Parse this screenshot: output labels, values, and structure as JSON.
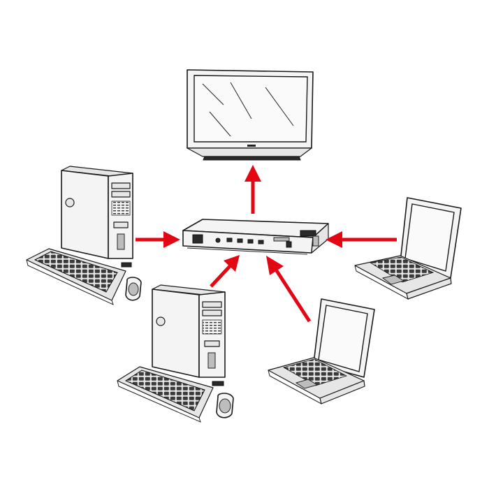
{
  "diagram": {
    "colors": {
      "arrow": "#e30613",
      "ink": "#1a1a1a",
      "paper": "#ffffff"
    },
    "devices": [
      {
        "id": "monitor",
        "icon": "flat-panel-monitor-icon"
      },
      {
        "id": "kvm-switch",
        "icon": "kvm-switch-icon"
      },
      {
        "id": "desktop-1",
        "icon": "tower-pc-icon"
      },
      {
        "id": "desktop-2",
        "icon": "tower-pc-icon"
      },
      {
        "id": "laptop-1",
        "icon": "laptop-icon"
      },
      {
        "id": "laptop-2",
        "icon": "laptop-icon"
      }
    ],
    "connections": [
      {
        "from": "kvm-switch",
        "to": "monitor"
      },
      {
        "from": "desktop-1",
        "to": "kvm-switch"
      },
      {
        "from": "laptop-1",
        "to": "kvm-switch"
      },
      {
        "from": "desktop-2",
        "to": "kvm-switch"
      },
      {
        "from": "laptop-2",
        "to": "kvm-switch"
      }
    ]
  }
}
